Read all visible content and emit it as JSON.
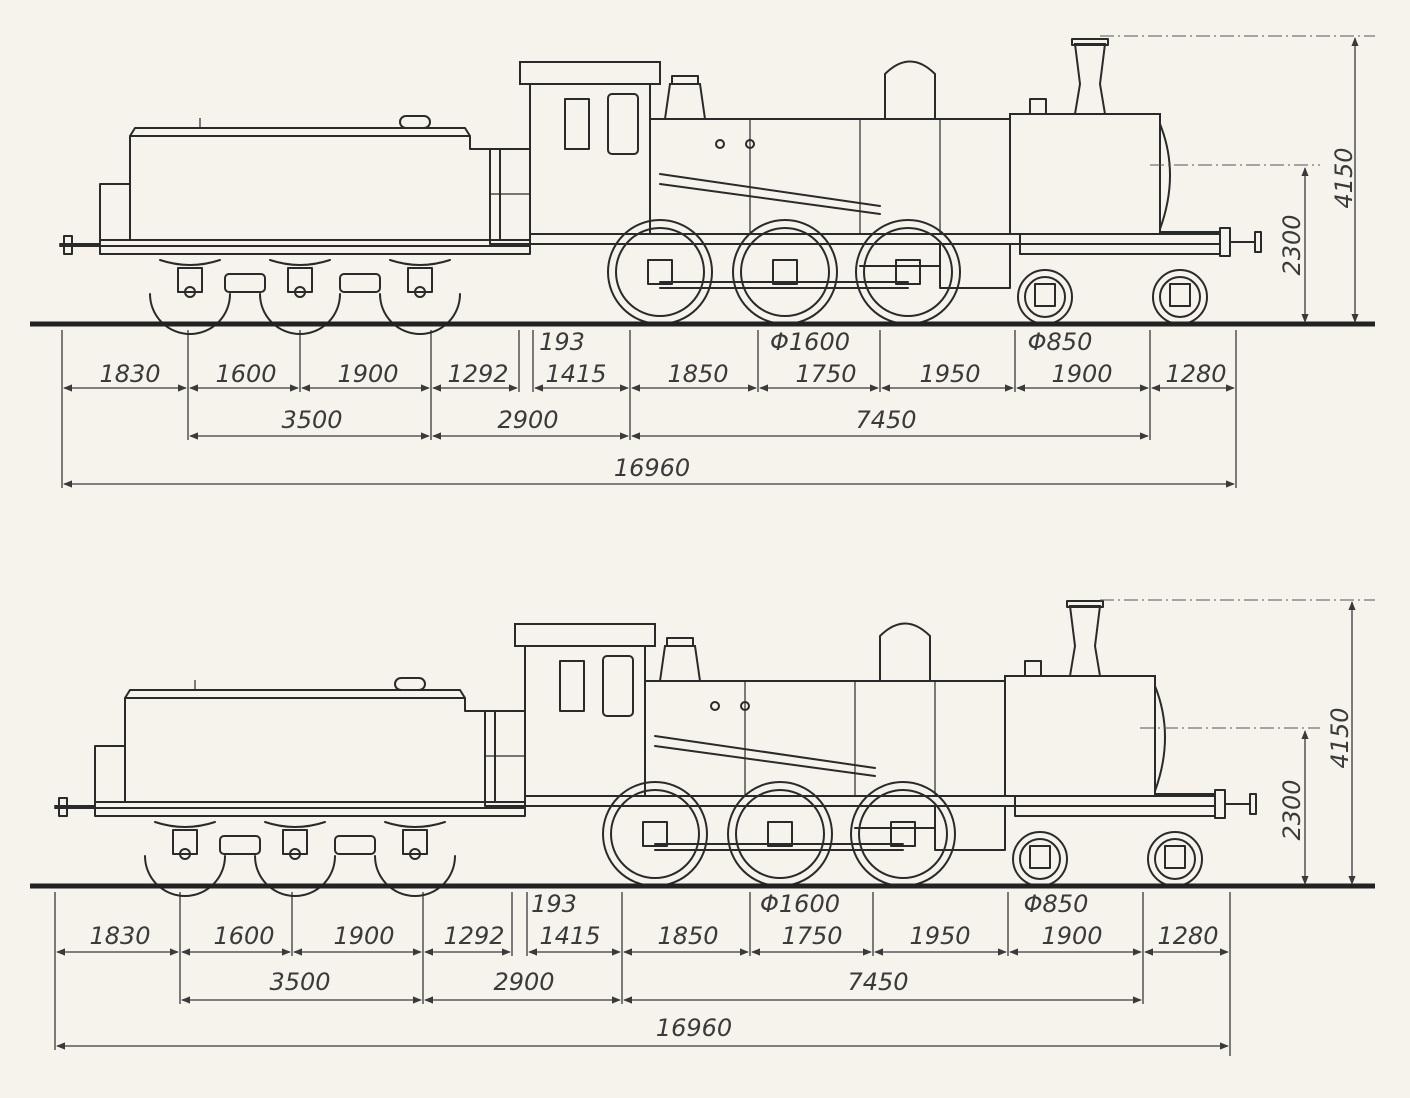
{
  "drawings": [
    {
      "id": "top",
      "labels": {
        "height_total": "4150",
        "height_axis": "2300",
        "offset_small": "193",
        "driving_wheel_diameter": "Φ1600",
        "leading_wheel_diameter": "Φ850",
        "row1": [
          "1830",
          "1600",
          "1900",
          "1292",
          "1415",
          "1850",
          "1750",
          "1950",
          "1900",
          "1280"
        ],
        "row2": [
          "3500",
          "2900",
          "7450"
        ],
        "overall_length": "16960"
      }
    },
    {
      "id": "bottom",
      "labels": {
        "height_total": "4150",
        "height_axis": "2300",
        "offset_small": "193",
        "driving_wheel_diameter": "Φ1600",
        "leading_wheel_diameter": "Φ850",
        "row1": [
          "1830",
          "1600",
          "1900",
          "1292",
          "1415",
          "1850",
          "1750",
          "1950",
          "1900",
          "1280"
        ],
        "row2": [
          "3500",
          "2900",
          "7450"
        ],
        "overall_length": "16960"
      }
    }
  ]
}
